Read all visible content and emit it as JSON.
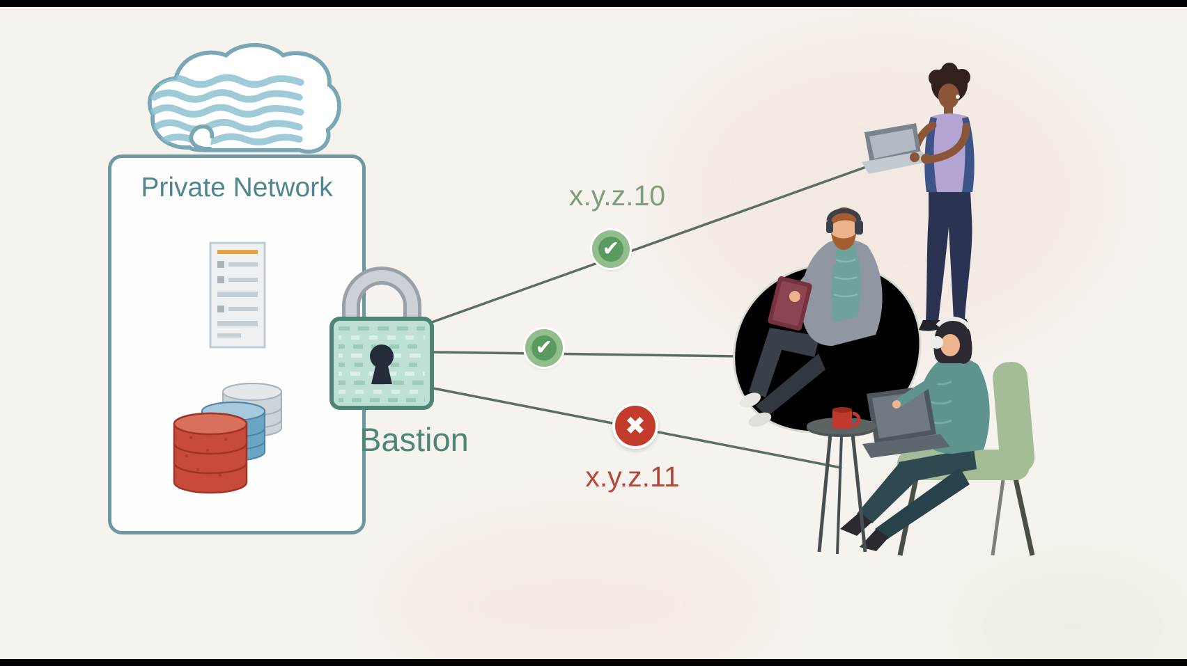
{
  "diagram": {
    "private_network_label": "Private Network",
    "bastion_label": "Bastion",
    "connections": [
      {
        "ip_label": "x.y.z.10",
        "status": "allowed"
      },
      {
        "ip_label": "",
        "status": "allowed"
      },
      {
        "ip_label": "x.y.z.11",
        "status": "denied"
      }
    ]
  },
  "icons": {
    "check": "✔",
    "cross": "✖"
  },
  "colors": {
    "background": "#f6f3ef",
    "letterbox": "#000000",
    "box_border": "#6b98a1",
    "box_fill": "#fefefe",
    "private_network_text": "#4f858e",
    "bastion_text": "#4d8577",
    "lock_body": "#bfe0d5",
    "lock_border": "#4d8577",
    "shackle": "#ccd1d8",
    "line": "#5b6e63",
    "allowed_fill": "#599a5e",
    "allowed_ring": "#92bd8d",
    "allowed_text": "#7d9e78",
    "denied_fill": "#c23b2c",
    "denied_text": "#b5473a",
    "cloud_stroke": "#7aa7b5",
    "cloud_stripe": "#8fc2d2",
    "server_accent": "#e8a33d",
    "db_red": "#c84a3a",
    "db_blue": "#69a6c4",
    "db_gray": "#ccd3d9"
  }
}
